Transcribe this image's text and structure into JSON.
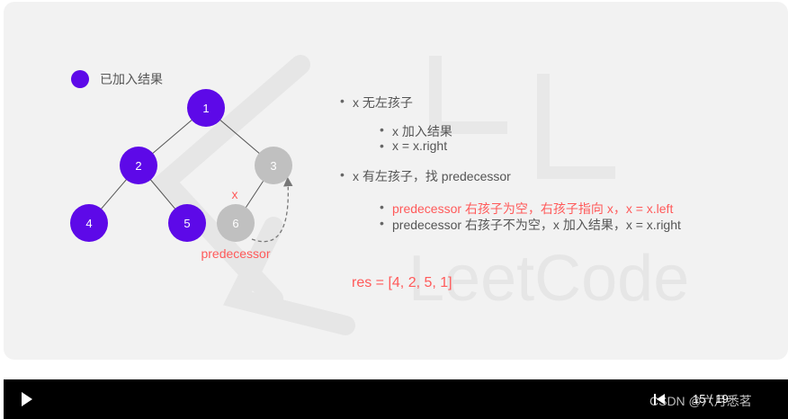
{
  "legend": {
    "label": "已加入结果",
    "color": "#5d09e8"
  },
  "tree": {
    "nodes": [
      {
        "id": "1",
        "label": "1",
        "state": "added"
      },
      {
        "id": "2",
        "label": "2",
        "state": "added"
      },
      {
        "id": "3",
        "label": "3",
        "state": "pending"
      },
      {
        "id": "4",
        "label": "4",
        "state": "added"
      },
      {
        "id": "5",
        "label": "5",
        "state": "added"
      },
      {
        "id": "6",
        "label": "6",
        "state": "pending"
      }
    ],
    "current_label": "x",
    "predecessor_label": "predecessor"
  },
  "bullets": [
    {
      "text": "x 无左孩子",
      "level": 1,
      "color": "gray"
    },
    {
      "text": "x 加入结果",
      "level": 2,
      "color": "gray"
    },
    {
      "text": "x = x.right",
      "level": 2,
      "color": "gray"
    },
    {
      "text": "x 有左孩子，找 predecessor",
      "level": 1,
      "color": "gray"
    },
    {
      "text": "predecessor 右孩子为空，右孩子指向 x，x = x.left",
      "level": 2,
      "color": "red"
    },
    {
      "text": "predecessor 右孩子不为空，x 加入结果，x = x.right",
      "level": 2,
      "color": "red-gray"
    }
  ],
  "result": "res = [4, 2, 5, 1]",
  "player": {
    "page": "15 / 19",
    "credit": "CSDN @六月悉茗"
  },
  "colors": {
    "added": "#5d09e8",
    "pending": "#c0c0c0",
    "highlight": "#ff5a5a"
  }
}
